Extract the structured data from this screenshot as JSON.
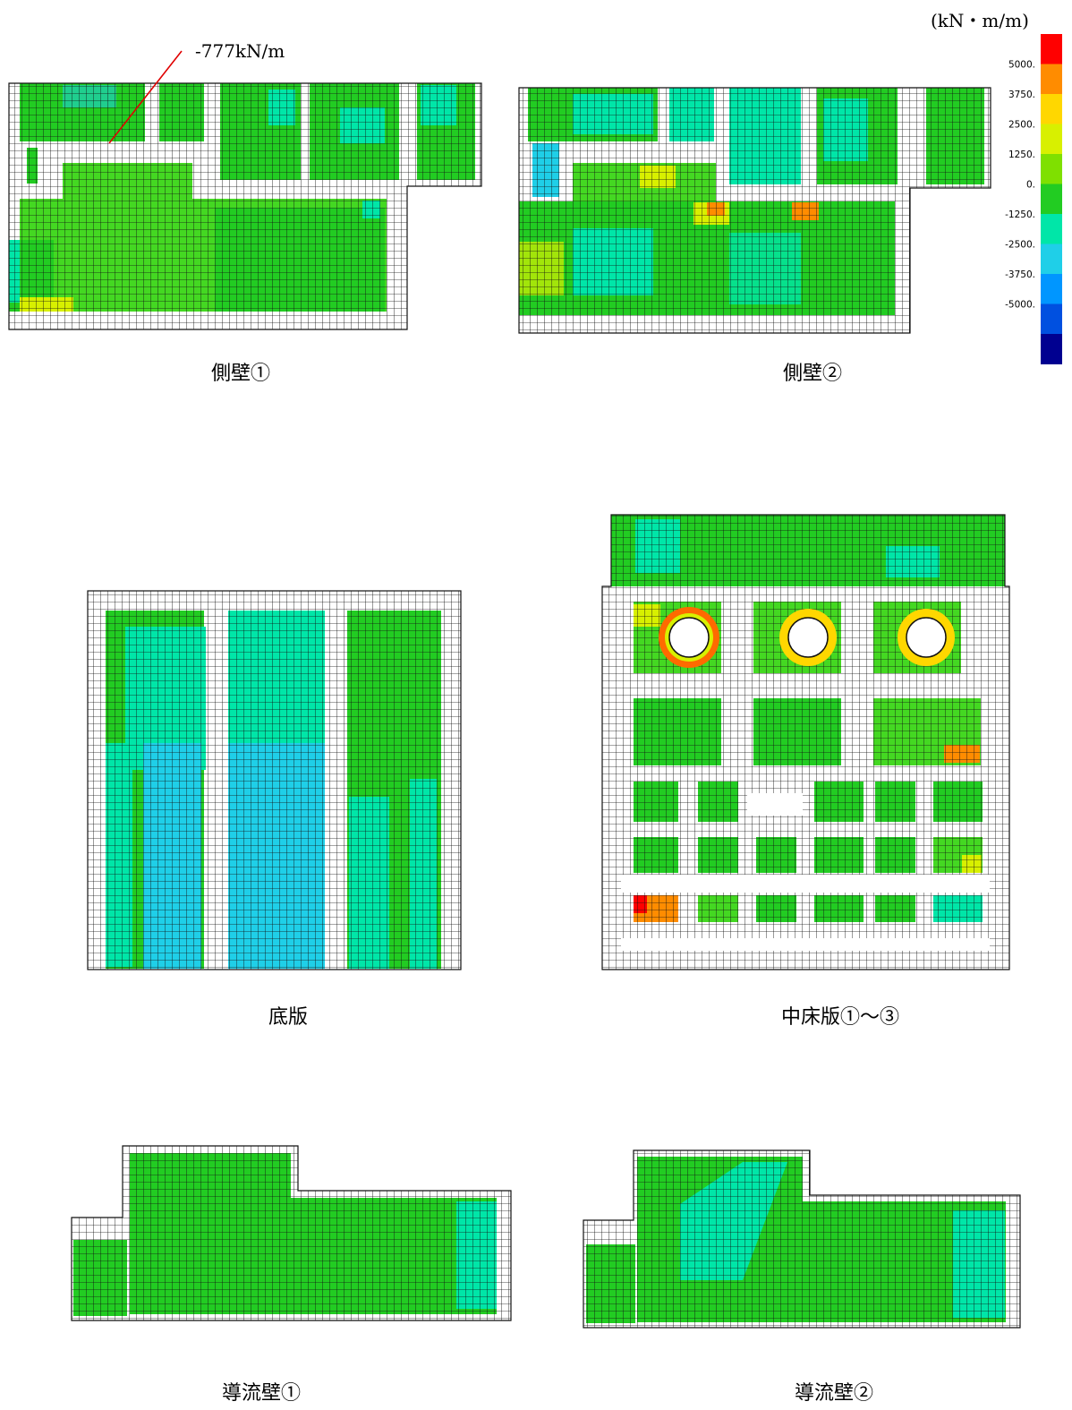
{
  "unit": "(kN・m/m)",
  "annotation": "-777kN/m",
  "legend": {
    "labels": [
      "5000.",
      "3750.",
      "2500.",
      "1250.",
      "0.",
      "-1250.",
      "-2500.",
      "-3750.",
      "-5000."
    ],
    "colors": [
      "#ff0000",
      "#ff8c00",
      "#ffd700",
      "#d8f000",
      "#7fe000",
      "#22cc22",
      "#00e6a8",
      "#1fcfe8",
      "#0096ff",
      "#0050e0",
      "#000090"
    ]
  },
  "captions": {
    "side_wall_1": "側壁①",
    "side_wall_2": "側壁②",
    "base_slab": "底版",
    "mid_floor": "中床版①～③",
    "guide_wall_1": "導流壁①",
    "guide_wall_2": "導流壁②"
  }
}
